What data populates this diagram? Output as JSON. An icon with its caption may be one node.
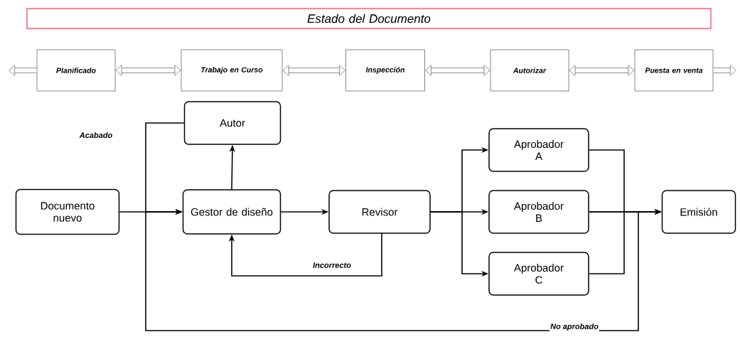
{
  "diagram": {
    "nodes": [
      {
        "text": [
          "Estado del Documento"
        ]
      },
      {
        "text": [
          "Planificado"
        ]
      },
      {
        "text": [
          "Trabajo en Curso"
        ]
      },
      {
        "text": [
          "Inspección"
        ]
      },
      {
        "text": [
          "Autorizar"
        ]
      },
      {
        "text": [
          "Puesta en venta"
        ]
      },
      {
        "text": [
          "Autor"
        ]
      },
      {
        "text": [
          "Documento nuevo"
        ]
      },
      {
        "text": [
          "Gestor de diseño"
        ]
      },
      {
        "text": [
          "Revisor"
        ]
      },
      {
        "text": [
          "Aprobador A"
        ]
      },
      {
        "text": [
          "Aprobador B"
        ]
      },
      {
        "text": [
          "Aprobador C"
        ]
      },
      {
        "text": [
          "Emisión"
        ]
      }
    ],
    "edges": [
      {
        "from": 1,
        "to": null,
        "arrow": "to",
        "style": "thick",
        "color": "#666666"
      },
      {
        "from": 1,
        "to": 2,
        "arrow": "both",
        "style": "thick",
        "color": "#666666"
      },
      {
        "from": 2,
        "to": 3,
        "arrow": "both",
        "style": "thick",
        "color": "#666666"
      },
      {
        "from": 3,
        "to": 4,
        "arrow": "both",
        "style": "thick",
        "color": "#666666"
      },
      {
        "from": 4,
        "to": 5,
        "arrow": "both",
        "style": "thick",
        "color": "#666666"
      },
      {
        "from": 5,
        "to": null,
        "arrow": "to",
        "style": "thick",
        "color": "#666666"
      },
      {
        "from": 7,
        "to": 8,
        "arrow": "to"
      },
      {
        "from": 6,
        "to": 8,
        "arrow": "to",
        "label": "Acabado"
      },
      {
        "from": 8,
        "to": 6,
        "arrow": "to"
      },
      {
        "from": 8,
        "to": 9,
        "arrow": "to"
      },
      {
        "from": 9,
        "to": 8,
        "arrow": "to",
        "label": "Incorrecto"
      },
      {
        "from": 9,
        "to": 10,
        "arrow": "to"
      },
      {
        "from": 9,
        "to": 11,
        "arrow": "to"
      },
      {
        "from": 9,
        "to": 12,
        "arrow": "to"
      },
      {
        "from": 10,
        "to": 13,
        "arrow": "to"
      },
      {
        "from": 11,
        "to": 13,
        "arrow": "to"
      },
      {
        "from": 12,
        "to": 13,
        "arrow": "to"
      },
      {
        "from": 11,
        "to": 8,
        "arrow": "to",
        "label": "No aprobado"
      }
    ]
  }
}
